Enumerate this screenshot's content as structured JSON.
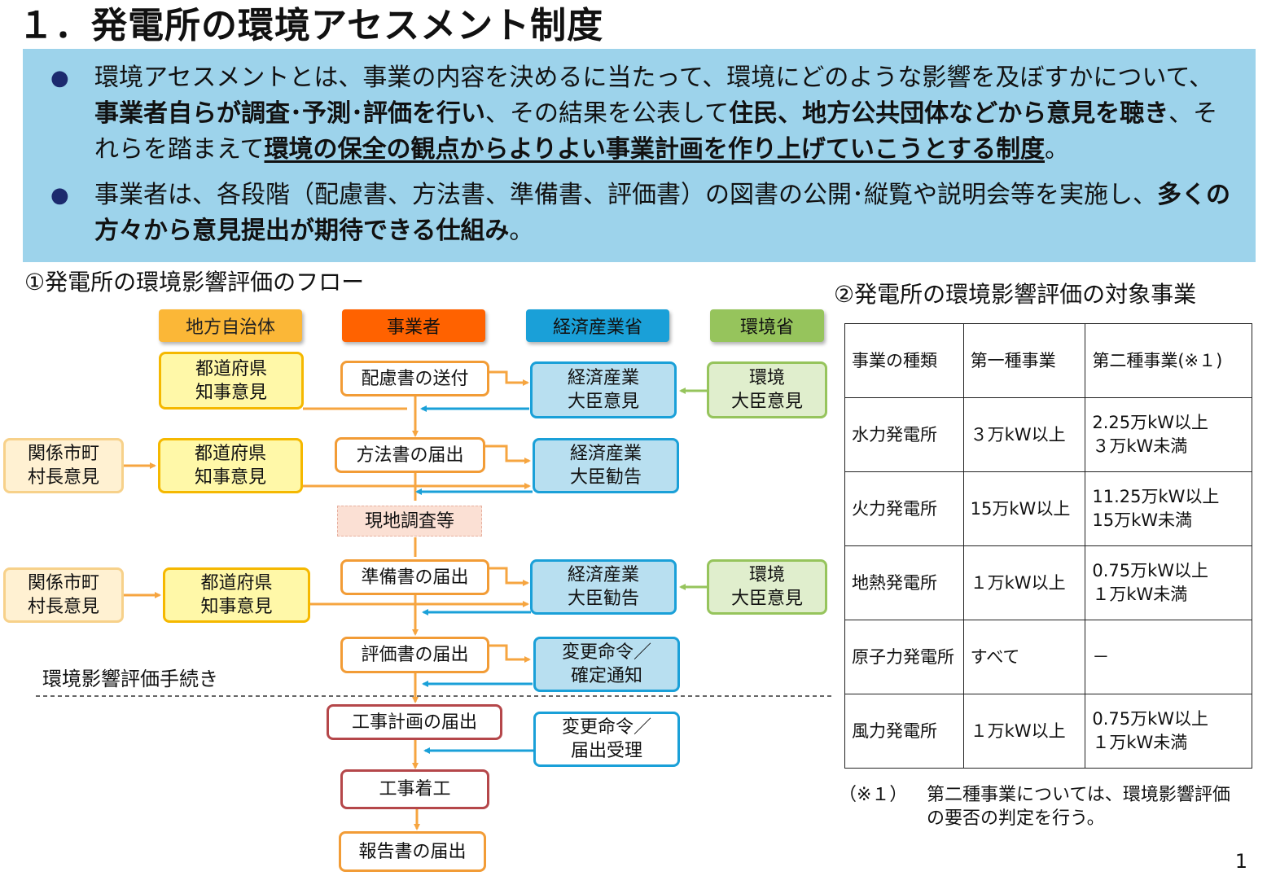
{
  "title": "１．発電所の環境アセスメント制度",
  "summary": {
    "bullet1": {
      "t1": "環境アセスメントとは、事業の内容を決めるに当たって、環境にどのような影響を及ぼすかについて、",
      "b1": "事業者自らが調査･予測･評価を行い",
      "t2": "、その結果を公表して",
      "b2": "住民、地方公共団体などから意見を聴き",
      "t3": "、それらを踏まえて",
      "b3": "環境の保全の観点からよりよい事業計画を作り上げていこうとする制度",
      "t4": "。"
    },
    "bullet2": {
      "t1": "事業者は、各段階（配慮書、方法書、準備書、評価書）の図書の公開･縦覧や説明会等を実施し、",
      "b1": "多くの方々から意見提出が期待できる仕組み",
      "t2": "。"
    },
    "bullet_icon": "●"
  },
  "flow": {
    "title": "①発電所の環境影響評価のフロー",
    "headers": {
      "local": "地方自治体",
      "operator": "事業者",
      "meti": "経済産業省",
      "moe": "環境省"
    },
    "colors": {
      "local": "#fbb737",
      "operator": "#ff6200",
      "meti": "#1aa0d8",
      "moe": "#96c45c",
      "arrow_orange": "#f6a540",
      "arrow_blue": "#1aa0d8",
      "arrow_green": "#96c45c"
    },
    "pref1": "都道府県\n知事意見",
    "pref2": "都道府県\n知事意見",
    "pref3": "都道府県\n知事意見",
    "city1": "関係市町\n村長意見",
    "city2": "関係市町\n村長意見",
    "op1": "配慮書の送付",
    "op2": "方法書の届出",
    "survey": "現地調査等",
    "op3": "準備書の届出",
    "op4": "評価書の届出",
    "op5": "工事計画の届出",
    "op6": "工事着工",
    "op7": "報告書の届出",
    "meti1": "経済産業\n大臣意見",
    "meti2": "経済産業\n大臣勧告",
    "meti3": "経済産業\n大臣勧告",
    "meti4": "変更命令／\n確定通知",
    "meti5": "変更命令／\n届出受理",
    "moe1": "環境\n大臣意見",
    "moe2": "環境\n大臣意見",
    "procedure_label": "環境影響評価手続き"
  },
  "table": {
    "title": "②発電所の環境影響評価の対象事業",
    "headers": [
      "事業の種類",
      "第一種事業",
      "第二種事業(※１)"
    ],
    "rows": [
      [
        "水力発電所",
        "３万kW以上",
        "2.25万kW以上\n３万kW未満"
      ],
      [
        "火力発電所",
        "15万kW以上",
        "11.25万kW以上\n15万kW未満"
      ],
      [
        "地熱発電所",
        "１万kW以上",
        "0.75万kW以上\n１万kW未満"
      ],
      [
        "原子力発電所",
        "すべて",
        "－"
      ],
      [
        "風力発電所",
        "１万kW以上",
        "0.75万kW以上\n１万kW未満"
      ]
    ],
    "note_mark": "（※１）",
    "note_text": "第二種事業については、環境影響評価\nの要否の判定を行う。"
  },
  "page_number": "1"
}
